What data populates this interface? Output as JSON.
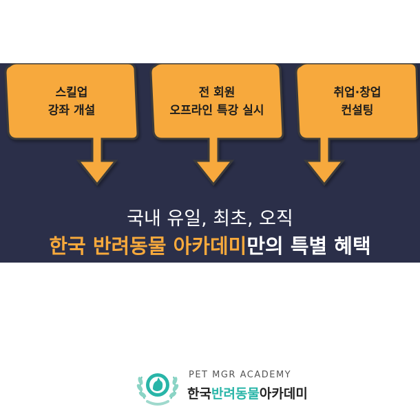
{
  "colors": {
    "banner_bg": "#2b2f49",
    "bubble_fill": "#f7a93c",
    "bubble_stroke": "#3b3b3b",
    "accent": "#f7a93c",
    "logo_teal": "#29b5a8"
  },
  "bubbles": [
    {
      "line1": "스킬업",
      "line2": "강좌 개설"
    },
    {
      "line1": "전 회원",
      "line2": "오프라인 특강 실시"
    },
    {
      "line1": "취업·창업",
      "line2": "컨설팅"
    }
  ],
  "headline": {
    "line1": "국내 유일, 최초, 오직",
    "line2_accent": "한국 반려동물 아카데미",
    "line2_rest": "만의 특별 혜택"
  },
  "logo": {
    "icon": "pet-academy-emblem-icon",
    "english": "PET MGR ACADEMY",
    "korean_part1": "한국",
    "korean_part2": "반려동물",
    "korean_part3": "아카데미"
  }
}
